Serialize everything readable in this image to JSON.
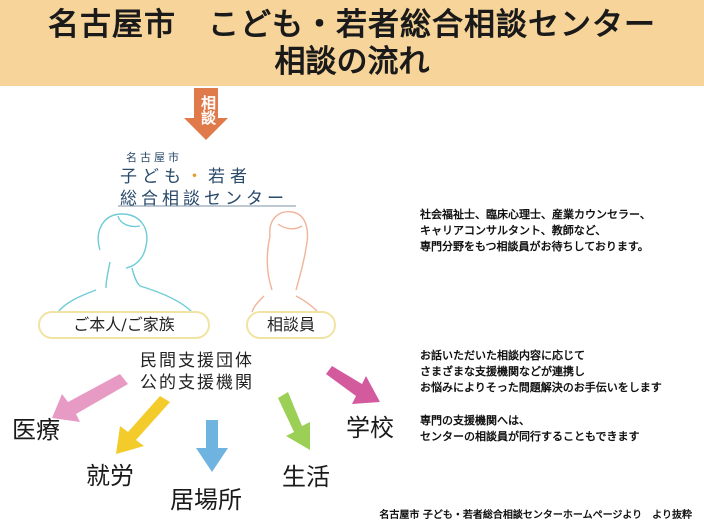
{
  "header": {
    "title_line1": "名古屋市　こども・若者総合相談センター",
    "title_line2": "相談の流れ"
  },
  "top_arrow": {
    "label": "相談",
    "color": "#e07a4a"
  },
  "logo": {
    "line1": "名古屋市",
    "line2_part1": "子ども",
    "line2_dot": "・",
    "line2_part2": "若者",
    "line3": "総合相談センター"
  },
  "people": {
    "person_label": "ご本人/ご家族",
    "counselor_label": "相談員"
  },
  "right_texts": {
    "block1": [
      "社会福祉士、臨床心理士、産業カウンセラー、",
      "キャリアコンサルタント、教師など、",
      "専門分野をもつ相談員がお待ちしております。"
    ],
    "block2": [
      "お話いただいた相談内容に応じて",
      "さまざまな支援機関などが連携し",
      "お悩みによりそった問題解決のお手伝いをします"
    ],
    "block3": [
      "専門の支援機関へは、",
      "センターの相談員が同行することもできます"
    ]
  },
  "support": {
    "line1": "民間支援団体",
    "line2": "公的支援機関"
  },
  "destinations": {
    "medical": "医療",
    "work": "就労",
    "home": "居場所",
    "life": "生活",
    "school": "学校"
  },
  "arrow_colors": {
    "medical": "#e79ac4",
    "work": "#f3cc2c",
    "home": "#6fb4e0",
    "life": "#9ccf55",
    "school": "#d45a9e"
  },
  "source": "名古屋市 子ども・若者総合相談センターホームページより　より抜粋"
}
